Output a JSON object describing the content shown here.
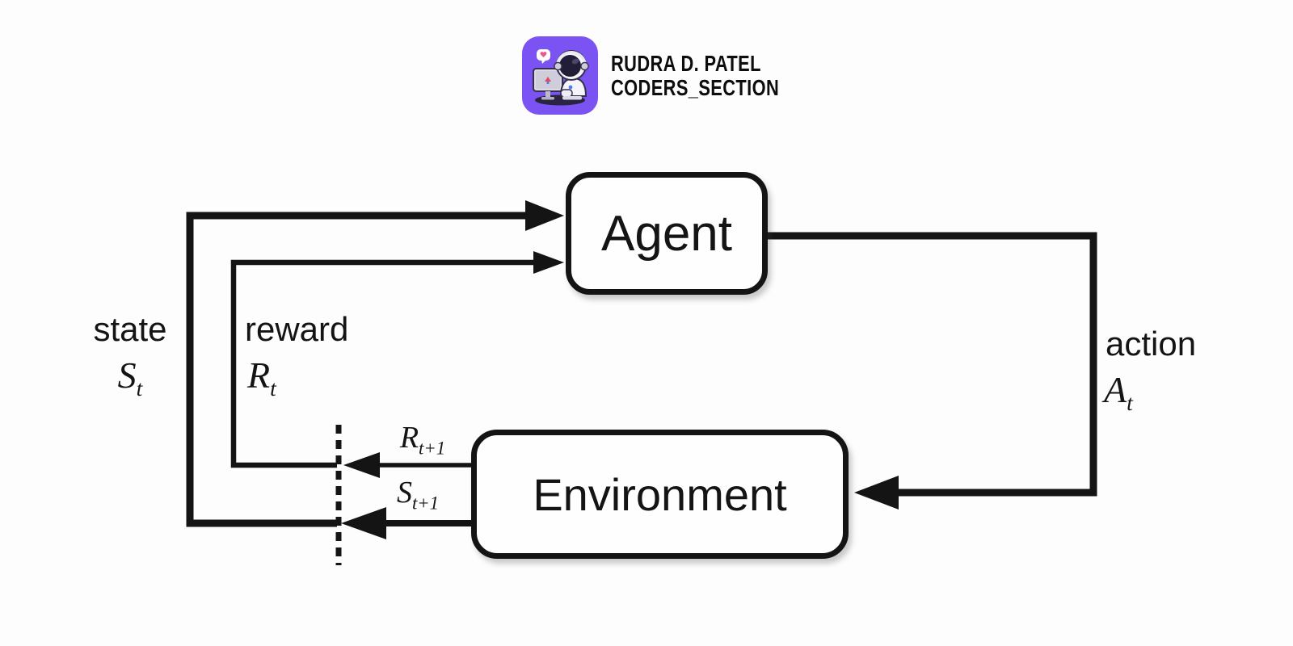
{
  "brand": {
    "line1": "RUDRA D. PATEL",
    "line2": "CODERS_SECTION",
    "logo_bg": "#7b53f2"
  },
  "nodes": {
    "agent": "Agent",
    "environment": "Environment"
  },
  "labels": {
    "state_word": "state",
    "state_sym": "S",
    "state_sub": "t",
    "reward_word": "reward",
    "reward_sym": "R",
    "reward_sub": "t",
    "action_word": "action",
    "action_sym": "A",
    "action_sub": "t",
    "next_reward_sym": "R",
    "next_reward_sub": "t+1",
    "next_state_sym": "S",
    "next_state_sub": "t+1"
  },
  "colors": {
    "ink": "#141414",
    "background": "#fdfdfd",
    "logo_purple": "#7b53f2"
  }
}
